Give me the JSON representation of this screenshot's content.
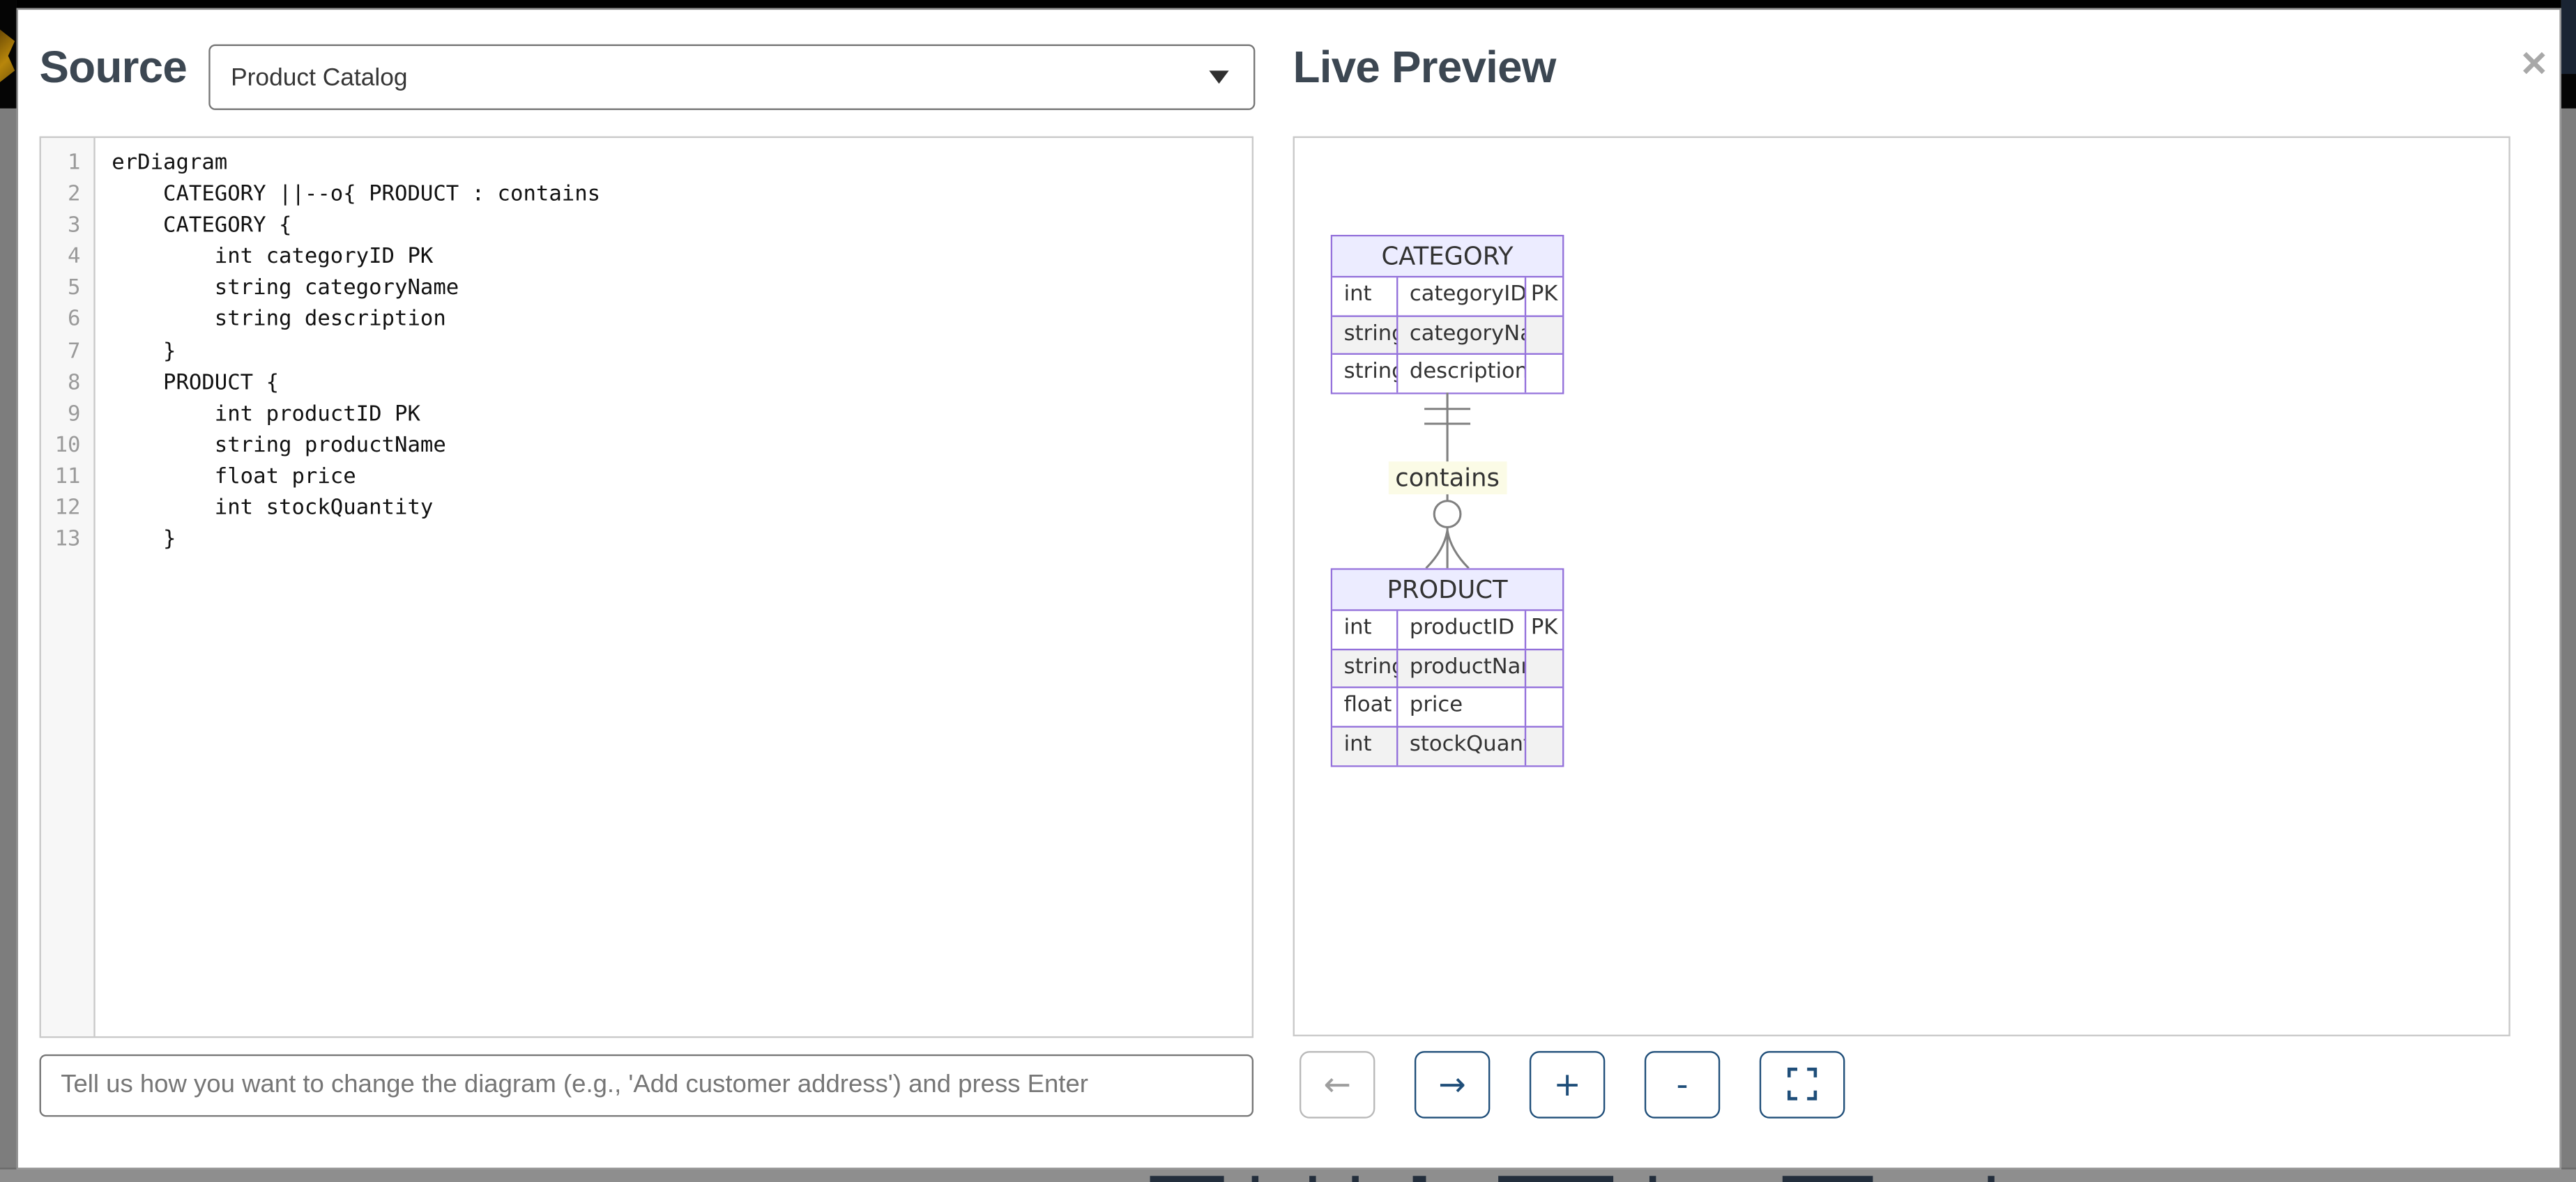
{
  "modal": {
    "source_panel": {
      "title": "Source",
      "diagram_select": {
        "value": "Product Catalog"
      },
      "editor": {
        "lines": [
          "erDiagram",
          "    CATEGORY ||--o{ PRODUCT : contains",
          "    CATEGORY {",
          "        int categoryID PK",
          "        string categoryName",
          "        string description",
          "    }",
          "    PRODUCT {",
          "        int productID PK",
          "        string productName",
          "        float price",
          "        int stockQuantity",
          "    }"
        ]
      },
      "prompt_input": {
        "placeholder": "Tell us how you want to change the diagram (e.g., 'Add customer address') and press Enter"
      }
    },
    "preview_panel": {
      "title": "Live Preview",
      "close_icon_glyph": "✕",
      "toolbar": [
        {
          "name": "back",
          "glyph": "←",
          "disabled": true
        },
        {
          "name": "forward",
          "glyph": "→",
          "disabled": false
        },
        {
          "name": "zoom-in",
          "glyph": "+",
          "disabled": false
        },
        {
          "name": "zoom-out",
          "glyph": "-",
          "disabled": false
        },
        {
          "name": "fit-view",
          "glyph": "",
          "disabled": false
        }
      ],
      "diagram": {
        "type": "er-diagram",
        "relationship": {
          "from": "CATEGORY",
          "to": "PRODUCT",
          "cardinality": "||--o{",
          "label": "contains"
        },
        "entities": [
          {
            "name": "CATEGORY",
            "attributes": [
              {
                "type": "int",
                "name": "categoryID",
                "key": "PK"
              },
              {
                "type": "string",
                "name": "categoryName",
                "key": ""
              },
              {
                "type": "string",
                "name": "description",
                "key": ""
              }
            ]
          },
          {
            "name": "PRODUCT",
            "attributes": [
              {
                "type": "int",
                "name": "productID",
                "key": "PK"
              },
              {
                "type": "string",
                "name": "productName",
                "key": ""
              },
              {
                "type": "float",
                "name": "price",
                "key": ""
              },
              {
                "type": "int",
                "name": "stockQuantity",
                "key": ""
              }
            ]
          }
        ],
        "colors": {
          "entity_border": "#9370DB",
          "entity_header_fill": "#ECECFF",
          "row_alt_fill": "#f2f2f2",
          "relationship_line": "#808080",
          "label_background": "#fbfbe6"
        }
      }
    }
  }
}
